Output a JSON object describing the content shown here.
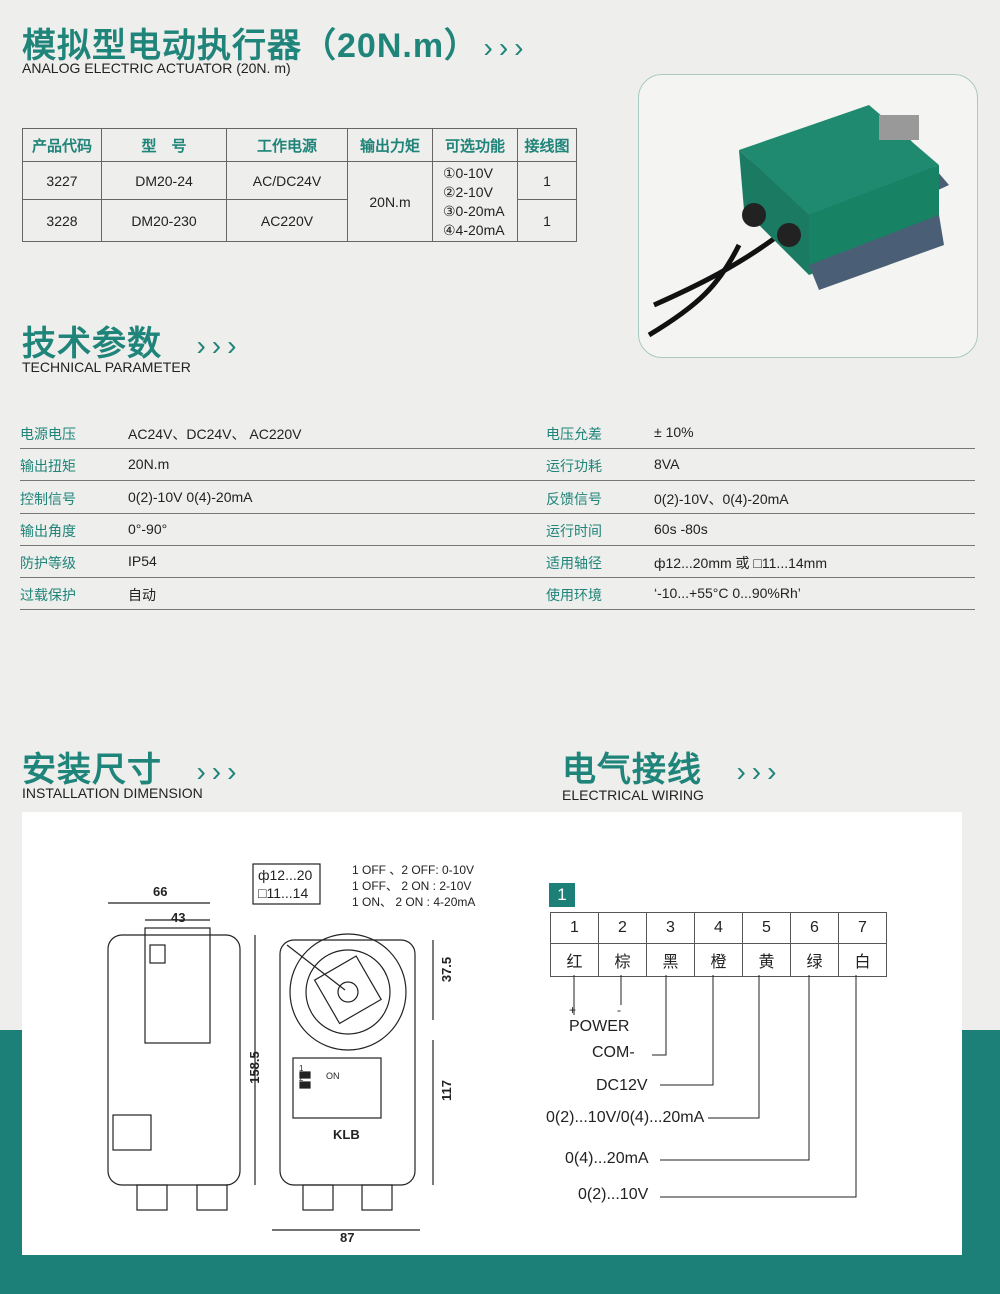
{
  "header": {
    "title": "模拟型电动执行器（20N.m）",
    "chevrons": "›››",
    "subtitle": "ANALOG ELECTRIC ACTUATOR (20N. m)"
  },
  "product_table": {
    "headers": [
      "产品代码",
      "型　号",
      "工作电源",
      "输出力矩",
      "可选功能",
      "接线图"
    ],
    "rows": [
      {
        "code": "3227",
        "model": "DM20-24",
        "power": "AC/DC24V",
        "wiring": "1"
      },
      {
        "code": "3228",
        "model": "DM20-230",
        "power": "AC220V",
        "wiring": "1"
      }
    ],
    "torque": "20N.m",
    "functions": [
      "①0-10V",
      "②2-10V",
      "③0-20mA",
      "④4-20mA"
    ]
  },
  "tech": {
    "title": "技术参数",
    "subtitle": "TECHNICAL PARAMETER",
    "left": [
      {
        "label": "电源电压",
        "value": "AC24V、DC24V、 AC220V"
      },
      {
        "label": "输出扭矩",
        "value": "20N.m"
      },
      {
        "label": "控制信号",
        "value": "0(2)-10V  0(4)-20mA"
      },
      {
        "label": "输出角度",
        "value": "0°-90°"
      },
      {
        "label": "防护等级",
        "value": "IP54"
      },
      {
        "label": "过载保护",
        "value": "自动"
      }
    ],
    "right": [
      {
        "label": "电压允差",
        "value": "± 10%"
      },
      {
        "label": "运行功耗",
        "value": "8VA"
      },
      {
        "label": "反馈信号",
        "value": "0(2)-10V、0(4)-20mA"
      },
      {
        "label": "运行时间",
        "value": "60s -80s"
      },
      {
        "label": "适用轴径",
        "value": "ф12...20mm 或 □11...14mm"
      },
      {
        "label": "使用环境",
        "value": "‘-10...+55°C   0...90%Rh’"
      }
    ]
  },
  "install": {
    "title": "安装尺寸",
    "subtitle": "INSTALLATION DIMENSION",
    "dims": [
      "66",
      "43",
      "158.5",
      "37.5",
      "117",
      "87"
    ],
    "shaft": [
      "ф12...20",
      "□11...14"
    ],
    "switch_notes": [
      "1 OFF 、2 OFF:  0-10V",
      "1 OFF、 2 ON :  2-10V",
      "1  ON、  2 ON :  4-20mA"
    ],
    "switch_labels": [
      "1",
      "2",
      "ON"
    ],
    "brand": "KLB"
  },
  "wiring": {
    "title": "电气接线",
    "subtitle": "ELECTRICAL WIRING",
    "badge": "1",
    "terminals": [
      "1",
      "2",
      "3",
      "4",
      "5",
      "6",
      "7"
    ],
    "colors": [
      "红",
      "棕",
      "黑",
      "橙",
      "黄",
      "绿",
      "白"
    ],
    "plus": "+",
    "minus": "-",
    "power": "POWER",
    "com": "COM-",
    "dc": "DC12V",
    "ctrl": "0(2)...10V/0(4)...20mA",
    "fb_ma": "0(4)...20mA",
    "fb_v": "0(2)...10V"
  }
}
